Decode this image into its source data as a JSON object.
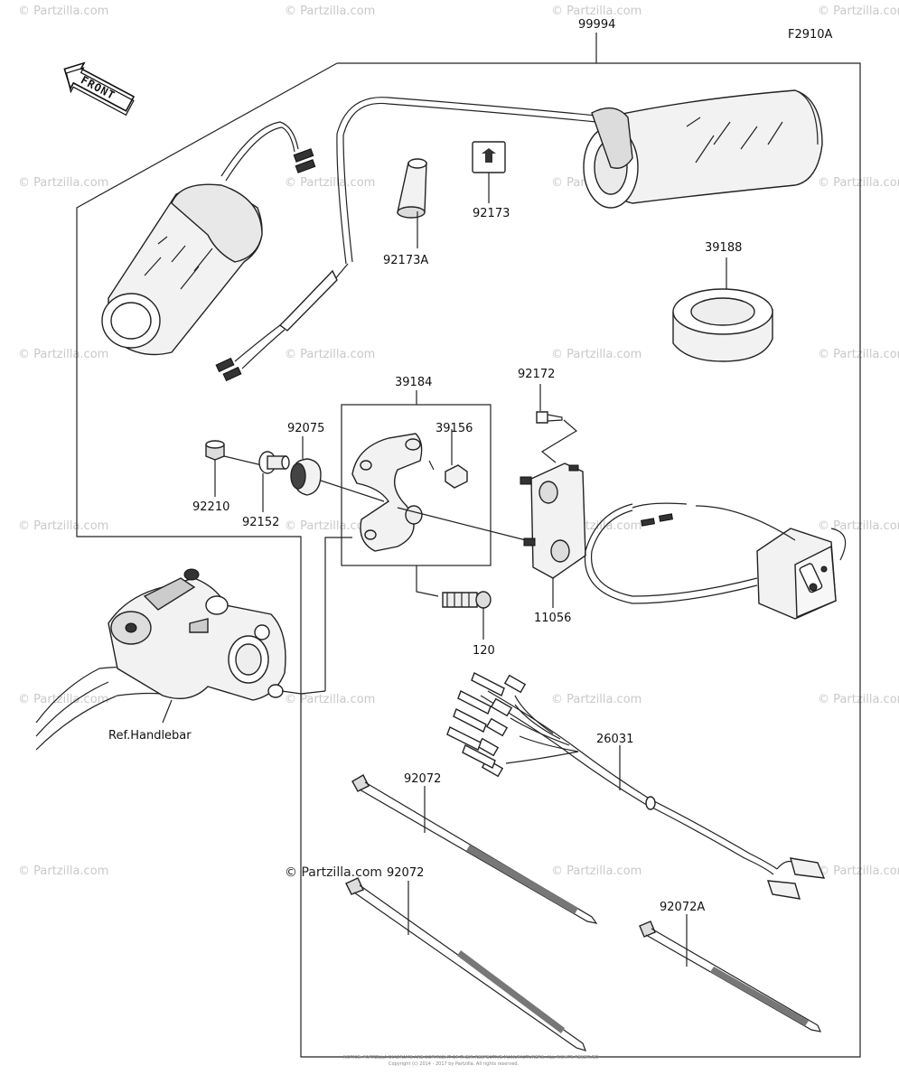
{
  "figure_code": "F2910A",
  "front_label": "FRONT",
  "watermark_text": "© Partzilla.com",
  "watermark_center": "© Partzilla.com",
  "ref_label": "Ref.Handlebar",
  "footer_line1": "NOTICE: PARTZILLA DIAGRAMS ARE COPYRIGHT OF THEIR RESPECTIVE MANUFACTURERS. ALL RIGHTS RESERVED",
  "footer_line2": "Copyright (c) 2014 - 2017 by Partzilla. All rights reserved.",
  "parts": {
    "p99994": "99994",
    "p92173": "92173",
    "p92173A": "92173A",
    "p39188": "39188",
    "p39184": "39184",
    "p92172": "92172",
    "p92075": "92075",
    "p39156": "39156",
    "p92210": "92210",
    "p92152": "92152",
    "p11056": "11056",
    "p120": "120",
    "p26031": "26031",
    "p92072a": "92072",
    "p92072b": "92072",
    "p92072A": "92072A"
  }
}
